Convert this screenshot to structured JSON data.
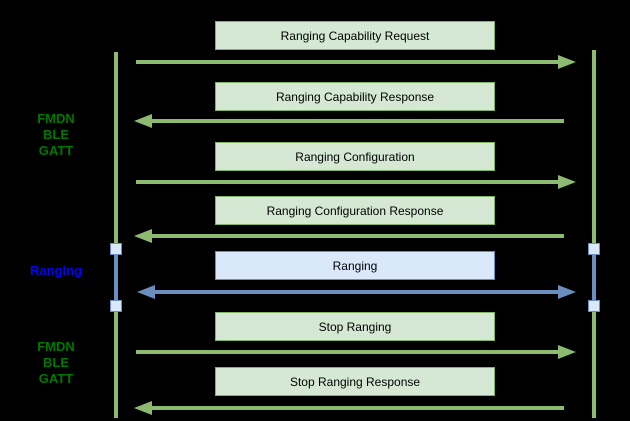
{
  "colors": {
    "background": "#000000",
    "green_fill": "#d5e8d4",
    "green_stroke": "#82b366",
    "green_line": "#8cba70",
    "blue_fill": "#dae8fc",
    "blue_stroke": "#6c8ebf",
    "label_green": "#007700",
    "label_blue": "#0404f0",
    "box_text": "#000000"
  },
  "side_labels": [
    {
      "lines": [
        "FMDN",
        "BLE",
        "GATT"
      ],
      "theme": "green"
    },
    {
      "lines": [
        "Ranging"
      ],
      "theme": "blue"
    },
    {
      "lines": [
        "FMDN",
        "BLE",
        "GATT"
      ],
      "theme": "green"
    }
  ],
  "messages": [
    {
      "label": "Ranging Capability Request",
      "direction": "right",
      "theme": "green"
    },
    {
      "label": "Ranging Capability Response",
      "direction": "left",
      "theme": "green"
    },
    {
      "label": "Ranging Configuration",
      "direction": "right",
      "theme": "green"
    },
    {
      "label": "Ranging Configuration Response",
      "direction": "left",
      "theme": "green"
    },
    {
      "label": "Ranging",
      "direction": "both",
      "theme": "blue"
    },
    {
      "label": "Stop Ranging",
      "direction": "right",
      "theme": "green"
    },
    {
      "label": "Stop Ranging Response",
      "direction": "left",
      "theme": "green"
    }
  ]
}
